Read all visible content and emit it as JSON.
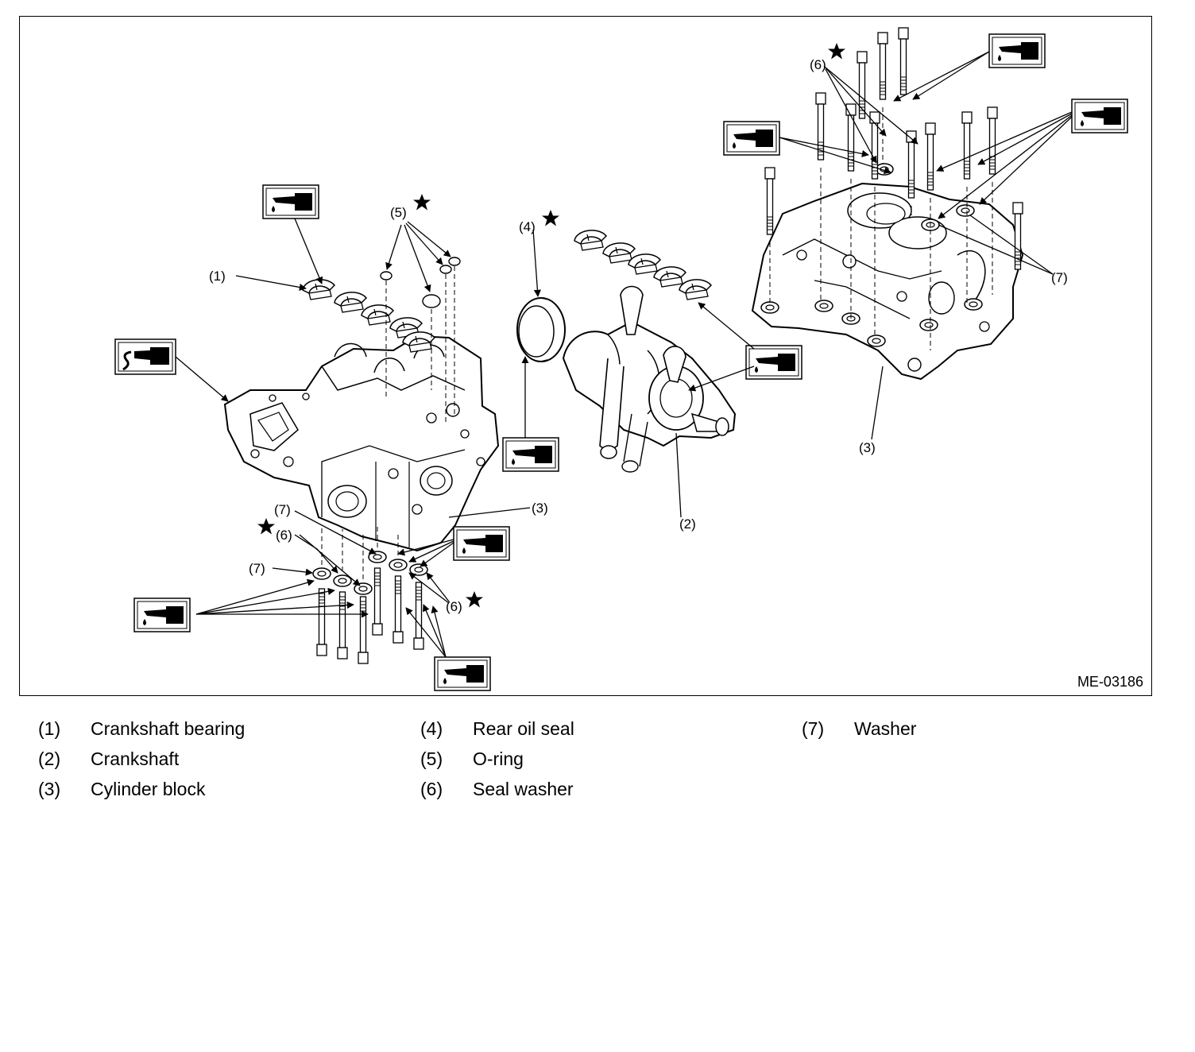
{
  "figure": {
    "id": "ME-03186",
    "callouts": {
      "c1": "(1)",
      "c2": "(2)",
      "c3_left": "(3)",
      "c3_right": "(3)",
      "c4": "(4)",
      "c5": "(5)",
      "c6_left_top": "(6)",
      "c6_left_bottom": "(6)",
      "c6_right": "(6)",
      "c7_left_top": "(7)",
      "c7_left_bottom": "(7)",
      "c7_right": "(7)"
    },
    "icons": [
      "oil-can-icon",
      "liquid-gasket-icon",
      "star-icon"
    ]
  },
  "legend": [
    {
      "num": "(1)",
      "label": "Crankshaft bearing"
    },
    {
      "num": "(2)",
      "label": "Crankshaft"
    },
    {
      "num": "(3)",
      "label": "Cylinder block"
    },
    {
      "num": "(4)",
      "label": "Rear oil seal"
    },
    {
      "num": "(5)",
      "label": "O-ring"
    },
    {
      "num": "(6)",
      "label": "Seal washer"
    },
    {
      "num": "(7)",
      "label": "Washer"
    }
  ]
}
